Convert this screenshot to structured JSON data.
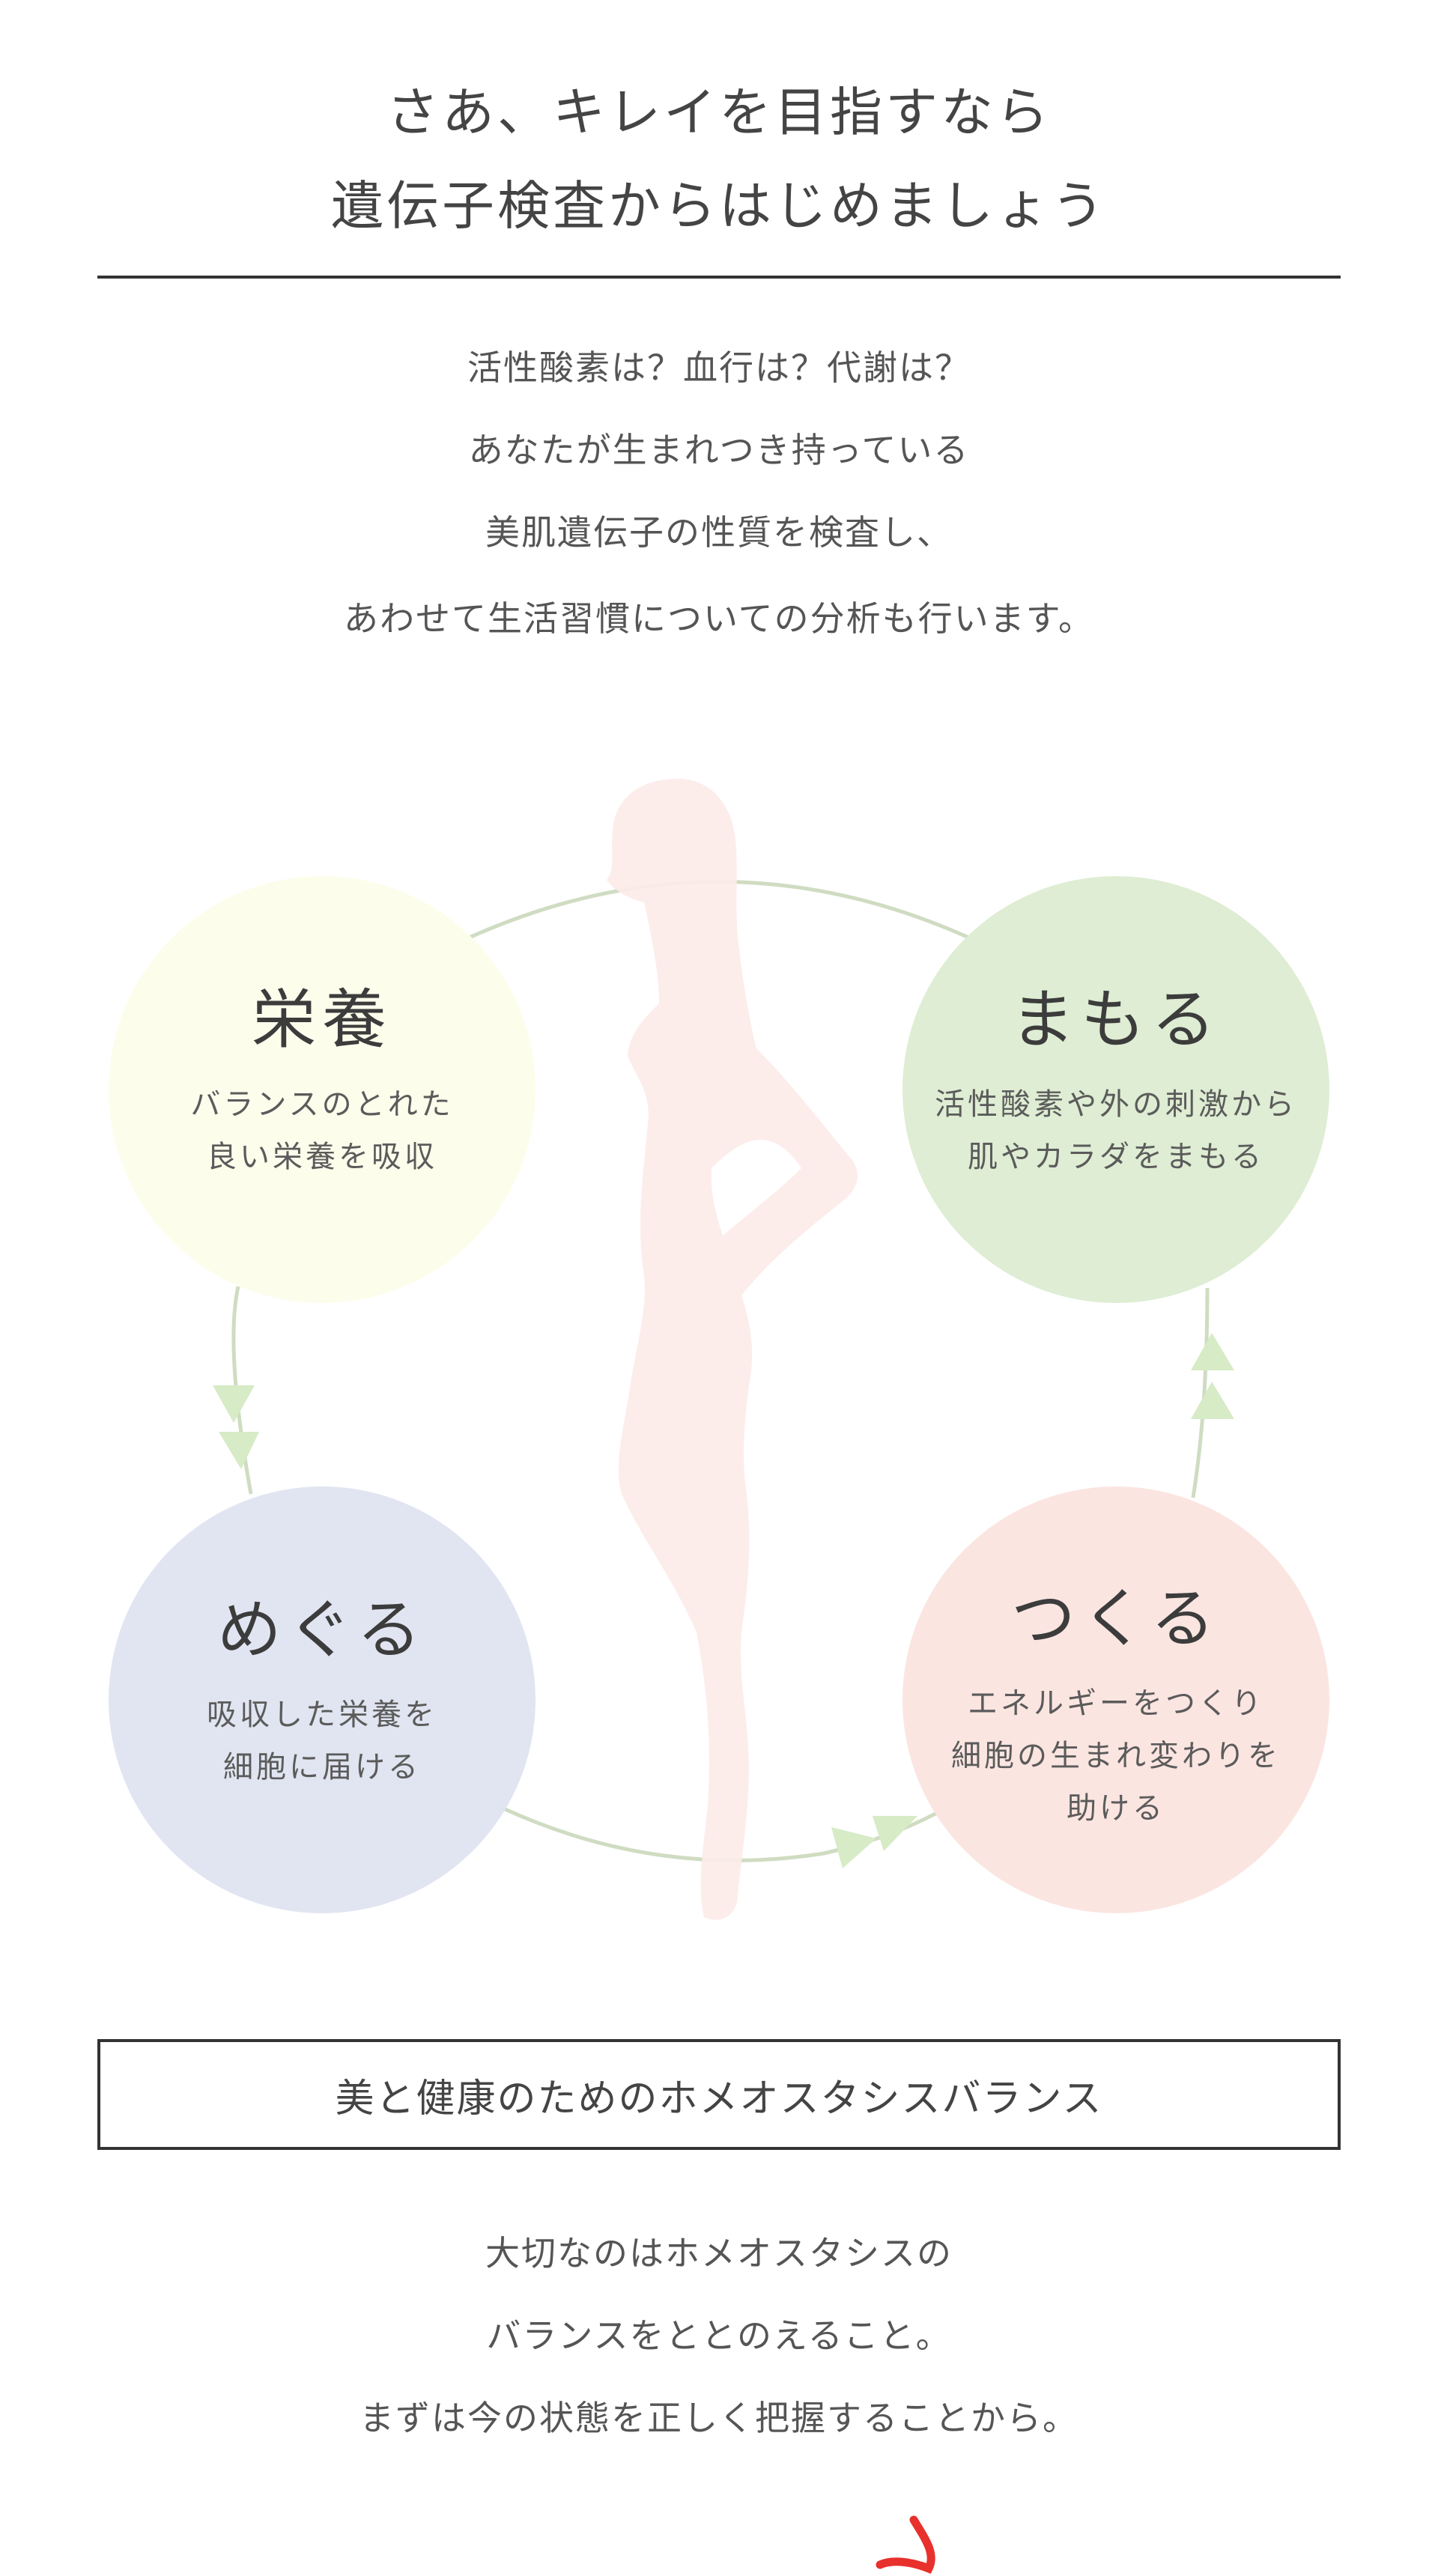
{
  "heading": {
    "line1": "さあ、キレイを目指すなら",
    "line2": "遺伝子検査からはじめましょう"
  },
  "intro": {
    "lines": [
      "活性酸素は？血行は？代謝は？",
      "あなたが生まれつき持っている",
      "美肌遺伝子の性質を検査し、",
      "あわせて生活習慣についての分析も行います。"
    ]
  },
  "diagram": {
    "silhouette_icon": "woman-silhouette-icon",
    "circles": [
      {
        "title": "栄養",
        "desc": [
          "バランスのとれた",
          "良い栄養を吸収"
        ],
        "color": "#fdfdec"
      },
      {
        "title": "まもる",
        "desc": [
          "活性酸素や外の刺激から",
          "肌やカラダをまもる"
        ],
        "color": "#deedd3"
      },
      {
        "title": "めぐる",
        "desc": [
          "吸収した栄養を",
          "細胞に届ける"
        ],
        "color": "#e1e5f1"
      },
      {
        "title": "つくる",
        "desc": [
          "エネルギーをつくり",
          "細胞の生まれ変わりを",
          "助ける"
        ],
        "color": "#fbe5e1"
      }
    ],
    "cycle": [
      "栄養",
      "めぐる",
      "つくる",
      "まもる"
    ],
    "colors": {
      "connector": "#cfdcc2",
      "arrow": "#d6ebc6",
      "silhouette": "#fcebe9"
    }
  },
  "balance_box": {
    "label": "美と健康のためのホメオスタシスバランス"
  },
  "closing": {
    "lines": [
      "大切なのはホメオスタシスの",
      "バランスをととのえること。",
      "まずは今の状態を正しく把握することから。"
    ]
  },
  "annotation": {
    "color": "#e8302c"
  }
}
